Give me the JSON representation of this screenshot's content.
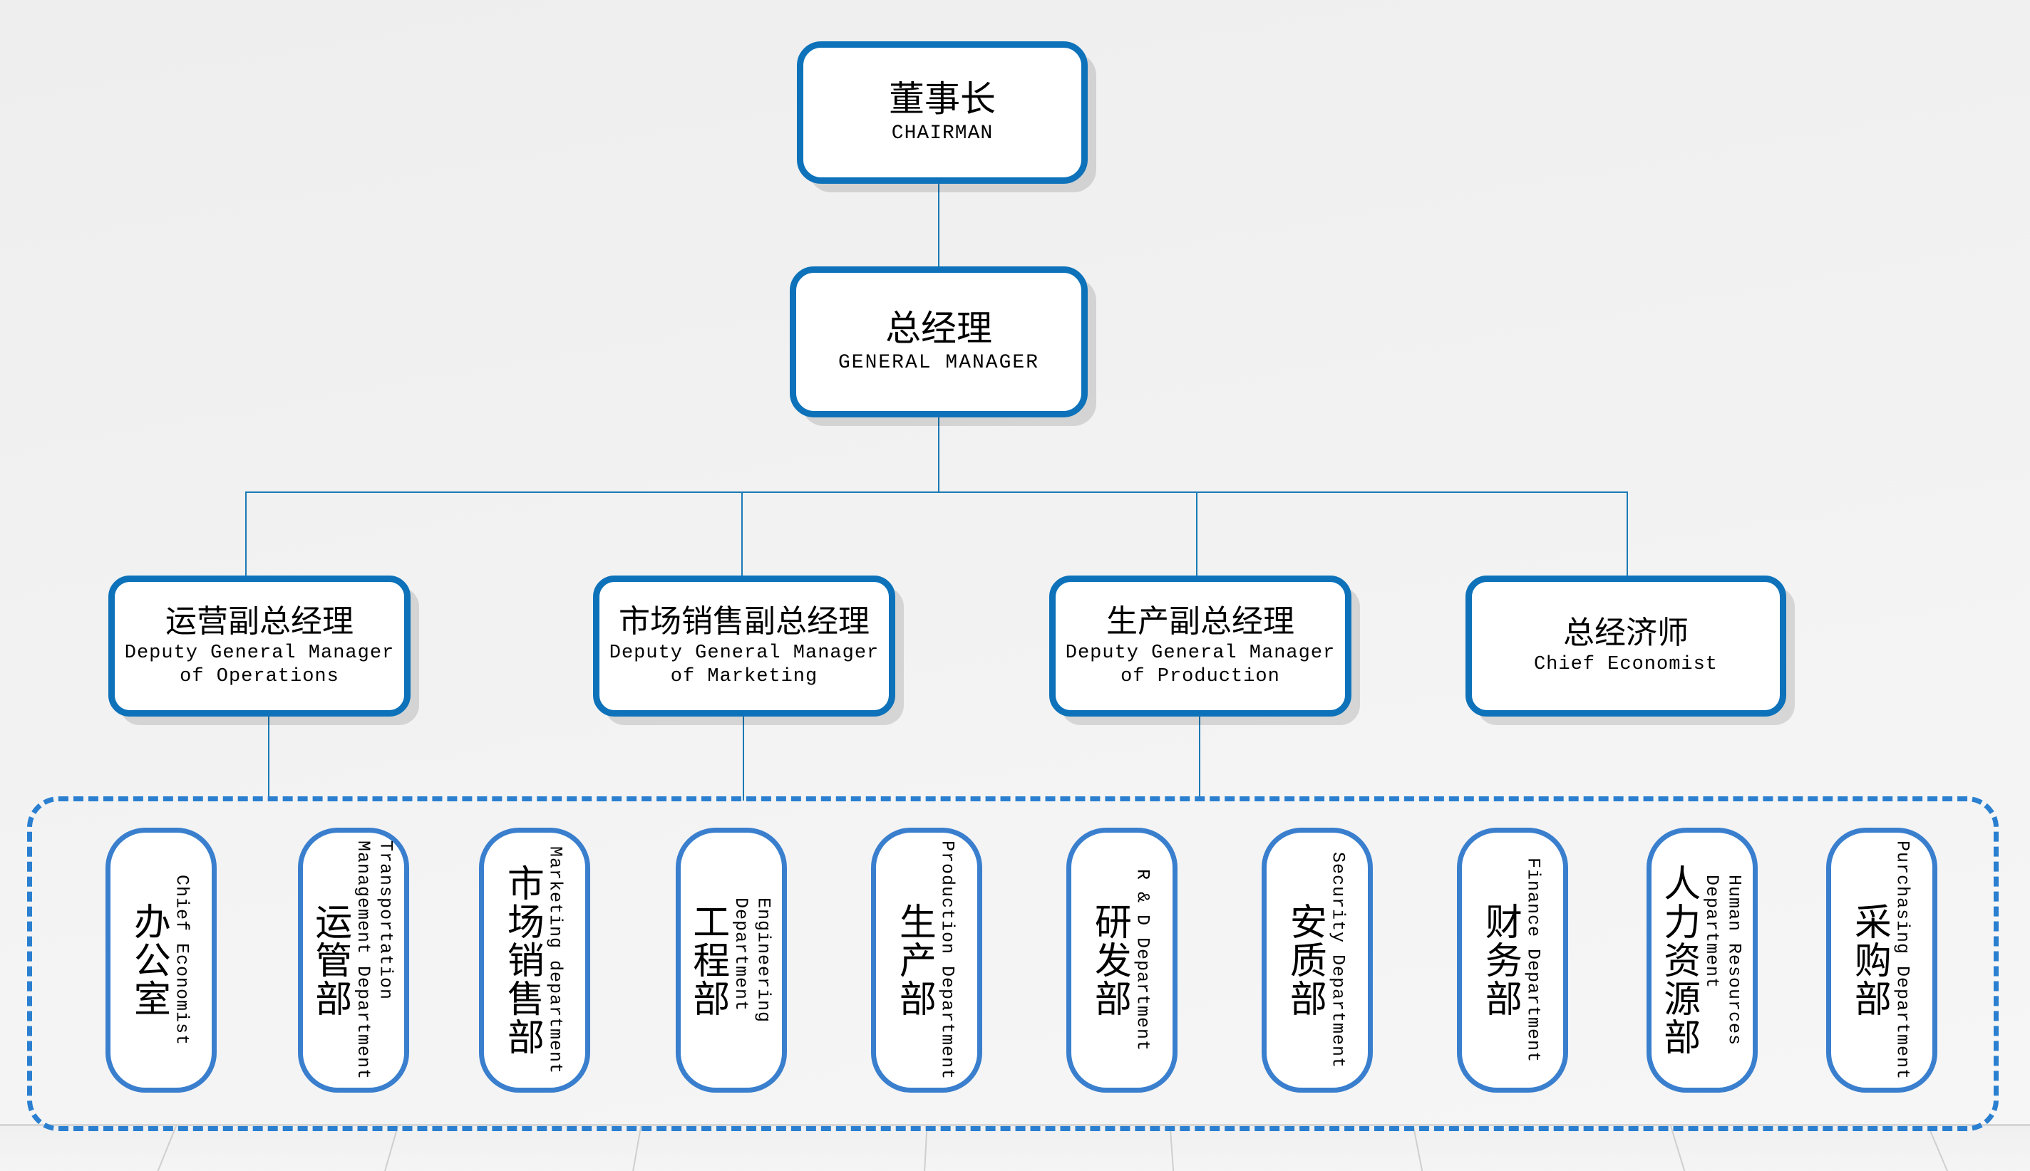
{
  "theme": {
    "accent": "#0d72ba",
    "dept_border": "#3a7fce",
    "dashed_border": "#2a7fd0",
    "background": "#f2f2f2",
    "text": "#000000"
  },
  "chart_data": {
    "type": "diagram",
    "title": "Company Organizational Chart",
    "levels": [
      {
        "level": 1,
        "nodes": [
          "董事长 / CHAIRMAN"
        ]
      },
      {
        "level": 2,
        "nodes": [
          "总经理 / GENERAL MANAGER"
        ]
      },
      {
        "level": 3,
        "nodes": [
          "运营副总经理 / Deputy General Manager of Operations",
          "市场销售副总经理 / Deputy General Manager of Marketing",
          "生产副总经理 / Deputy General Manager of Production",
          "总经济师 / Chief Economist"
        ]
      },
      {
        "level": 4,
        "nodes": [
          "办公室 / Chief Economist",
          "运管部 / Transportation Management Department",
          "市场销售部 / Marketing department",
          "工程部 / Engineering Department",
          "生产部 / Production Department",
          "研发部 / R & D Department",
          "安质部 / Security Department",
          "财务部 / Finance Department",
          "人力资源部 / Human Resources Department",
          "采购部 / Purchasing Department"
        ]
      }
    ]
  },
  "chairman": {
    "cn": "董事长",
    "en": "CHAIRMAN"
  },
  "general_manager": {
    "cn": "总经理",
    "en": "GENERAL  MANAGER"
  },
  "vps": [
    {
      "cn": "运营副总经理",
      "en": "Deputy General Manager\nof Operations"
    },
    {
      "cn": "市场销售副总经理",
      "en": "Deputy General Manager\nof Marketing"
    },
    {
      "cn": "生产副总经理",
      "en": "Deputy General Manager\nof Production"
    },
    {
      "cn": "总经济师",
      "en": "Chief Economist"
    }
  ],
  "departments": [
    {
      "cn": "办公室",
      "en": "Chief Economist"
    },
    {
      "cn": "运管部",
      "en": "Transportation\nManagement Department"
    },
    {
      "cn": "市场销售部",
      "en": "Marketing department"
    },
    {
      "cn": "工程部",
      "en": "Engineering\nDepartment"
    },
    {
      "cn": "生产部",
      "en": "Production Department"
    },
    {
      "cn": "研发部",
      "en": "R & D Department"
    },
    {
      "cn": "安质部",
      "en": "Security Department"
    },
    {
      "cn": "财务部",
      "en": "Finance Department"
    },
    {
      "cn": "人力资源部",
      "en": "Human Resources\nDepartment"
    },
    {
      "cn": "采购部",
      "en": "Purchasing Department"
    }
  ]
}
